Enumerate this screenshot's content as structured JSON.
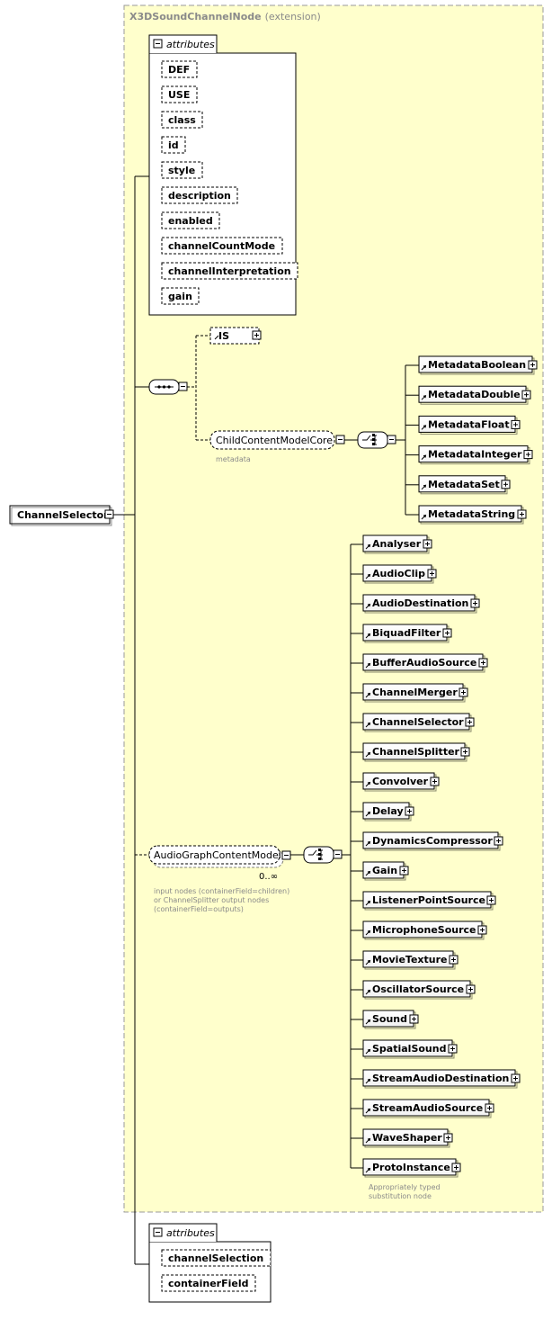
{
  "root": {
    "label": "ChannelSelector"
  },
  "extension": {
    "base": "X3DSoundChannelNode",
    "suffix": "(extension)"
  },
  "attributes_top": {
    "title": "attributes",
    "items": [
      "DEF",
      "USE",
      "class",
      "id",
      "style",
      "description",
      "enabled",
      "channelCountMode",
      "channelInterpretation",
      "gain"
    ]
  },
  "is_element": {
    "label": "IS"
  },
  "child_core": {
    "label": "ChildContentModelCore",
    "annotation": "metadata"
  },
  "metadata_items": [
    "MetadataBoolean",
    "MetadataDouble",
    "MetadataFloat",
    "MetadataInteger",
    "MetadataSet",
    "MetadataString"
  ],
  "audio_group": {
    "label": "AudioGraphContentModel",
    "cardinality": "0..∞",
    "annotation": [
      "input nodes (containerField=children)",
      "or ChannelSplitter output nodes",
      "(containerField=outputs)"
    ]
  },
  "audio_items": [
    "Analyser",
    "AudioClip",
    "AudioDestination",
    "BiquadFilter",
    "BufferAudioSource",
    "ChannelMerger",
    "ChannelSelector",
    "ChannelSplitter",
    "Convolver",
    "Delay",
    "DynamicsCompressor",
    "Gain",
    "ListenerPointSource",
    "MicrophoneSource",
    "MovieTexture",
    "OscillatorSource",
    "Sound",
    "SpatialSound",
    "StreamAudioDestination",
    "StreamAudioSource",
    "WaveShaper",
    "ProtoInstance"
  ],
  "proto_annotation": [
    "Appropriately typed",
    "substitution node"
  ],
  "attributes_bottom": {
    "title": "attributes",
    "items": [
      "channelSelection",
      "containerField"
    ]
  },
  "colors": {
    "extension_bg": "#ffffcc",
    "extension_border": "#9a9a9a",
    "line": "#000000",
    "annotation": "#8a8a8a"
  }
}
